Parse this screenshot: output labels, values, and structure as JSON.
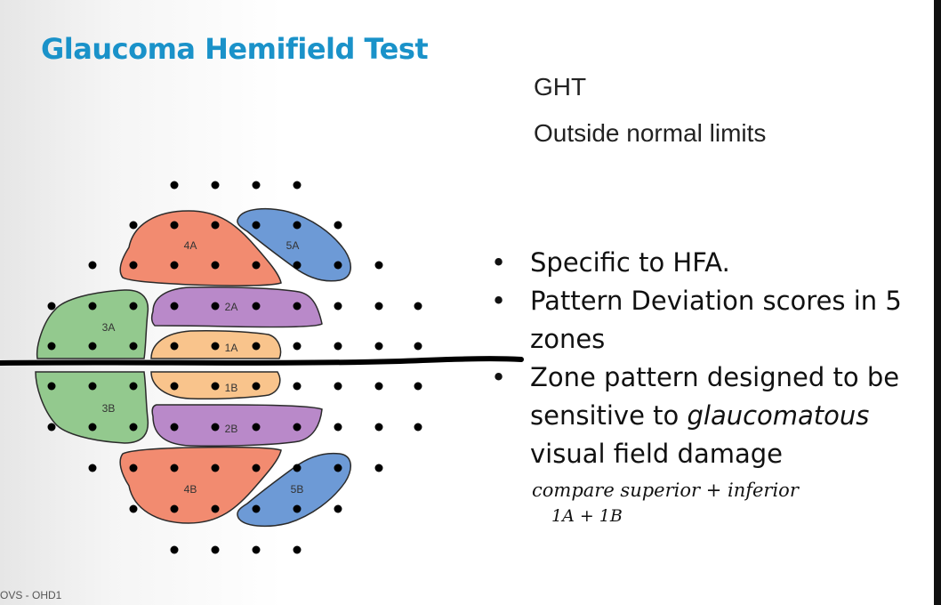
{
  "slide": {
    "title": "Glaucoma Hemifield Test",
    "ght_label": "GHT",
    "ght_result": "Outside normal limits",
    "bullets": [
      {
        "pre": "Specific to HFA.",
        "em": "",
        "post": ""
      },
      {
        "pre": "Pattern Deviation scores in 5 zones",
        "em": "",
        "post": ""
      },
      {
        "pre": "Zone pattern designed to be sensitive to ",
        "em": "glaucomatous",
        "post": " visual field damage"
      }
    ],
    "handwritten_note": [
      "compare superior + inferior",
      "1A + 1B"
    ],
    "footer": "OVS - OHD1"
  },
  "diagram": {
    "colors": {
      "zone1": "#f9c48c",
      "zone2": "#b989c9",
      "zone3": "#93c98e",
      "zone4": "#f28b70",
      "zone5": "#6d9ad6",
      "outline": "#2b2b2b",
      "dot": "#000000"
    },
    "zone_labels": {
      "z4a": "4A",
      "z5a": "5A",
      "z3a": "3A",
      "z2a": "2A",
      "z1a": "1A",
      "z1b": "1B",
      "z2b": "2B",
      "z3b": "3B",
      "z4b": "4B",
      "z5b": "5B"
    }
  }
}
